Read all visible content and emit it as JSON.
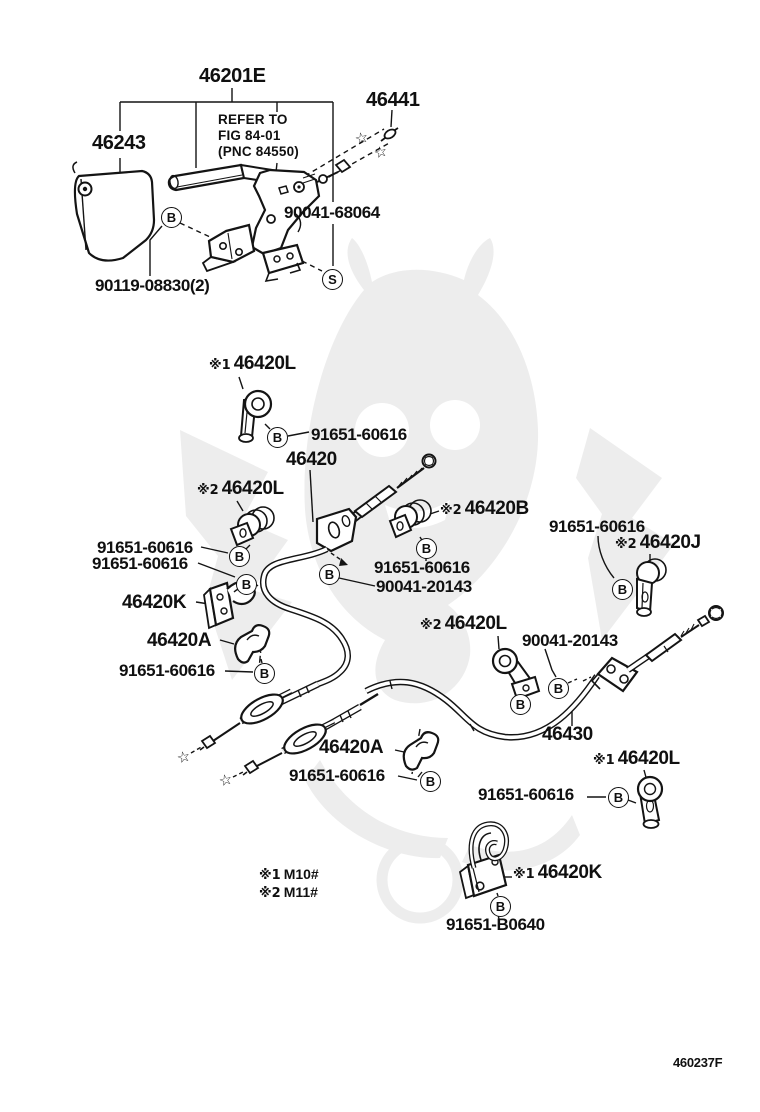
{
  "figure_code": "460237F",
  "colors": {
    "ink": "#141414",
    "watermark": "#ededed",
    "background": "#ffffff"
  },
  "callouts": {
    "bolt": "B",
    "screw": "S"
  },
  "symbols": {
    "star": "☆"
  },
  "note": {
    "line1": "REFER TO",
    "line2": "FIG 84-01",
    "line3": "(PNC 84550)"
  },
  "legend": [
    {
      "prefix": "※1",
      "text": "M10#"
    },
    {
      "prefix": "※2",
      "text": "M11#"
    }
  ],
  "labels": [
    {
      "text": "46201E"
    },
    {
      "text": "46441"
    },
    {
      "text": "46243"
    },
    {
      "text": "90041-68064"
    },
    {
      "text": "90119-08830(2)"
    },
    {
      "prefix": "※1",
      "text": "46420L"
    },
    {
      "text": "91651-60616"
    },
    {
      "text": "46420"
    },
    {
      "prefix": "※2",
      "text": "46420L"
    },
    {
      "prefix": "※2",
      "text": "46420B"
    },
    {
      "text": "91651-60616"
    },
    {
      "prefix": "※2",
      "text": "46420J"
    },
    {
      "text": "91651-60616"
    },
    {
      "text": "91651-60616"
    },
    {
      "text": "91651-60616"
    },
    {
      "text": "90041-20143"
    },
    {
      "text": "46420K"
    },
    {
      "prefix": "※2",
      "text": "46420L"
    },
    {
      "text": "46420A"
    },
    {
      "text": "90041-20143"
    },
    {
      "text": "91651-60616"
    },
    {
      "text": "46430"
    },
    {
      "text": "46420A"
    },
    {
      "prefix": "※1",
      "text": "46420L"
    },
    {
      "text": "91651-60616"
    },
    {
      "text": "91651-60616"
    },
    {
      "prefix": "※1",
      "text": "46420K"
    },
    {
      "text": "91651-B0640"
    }
  ]
}
